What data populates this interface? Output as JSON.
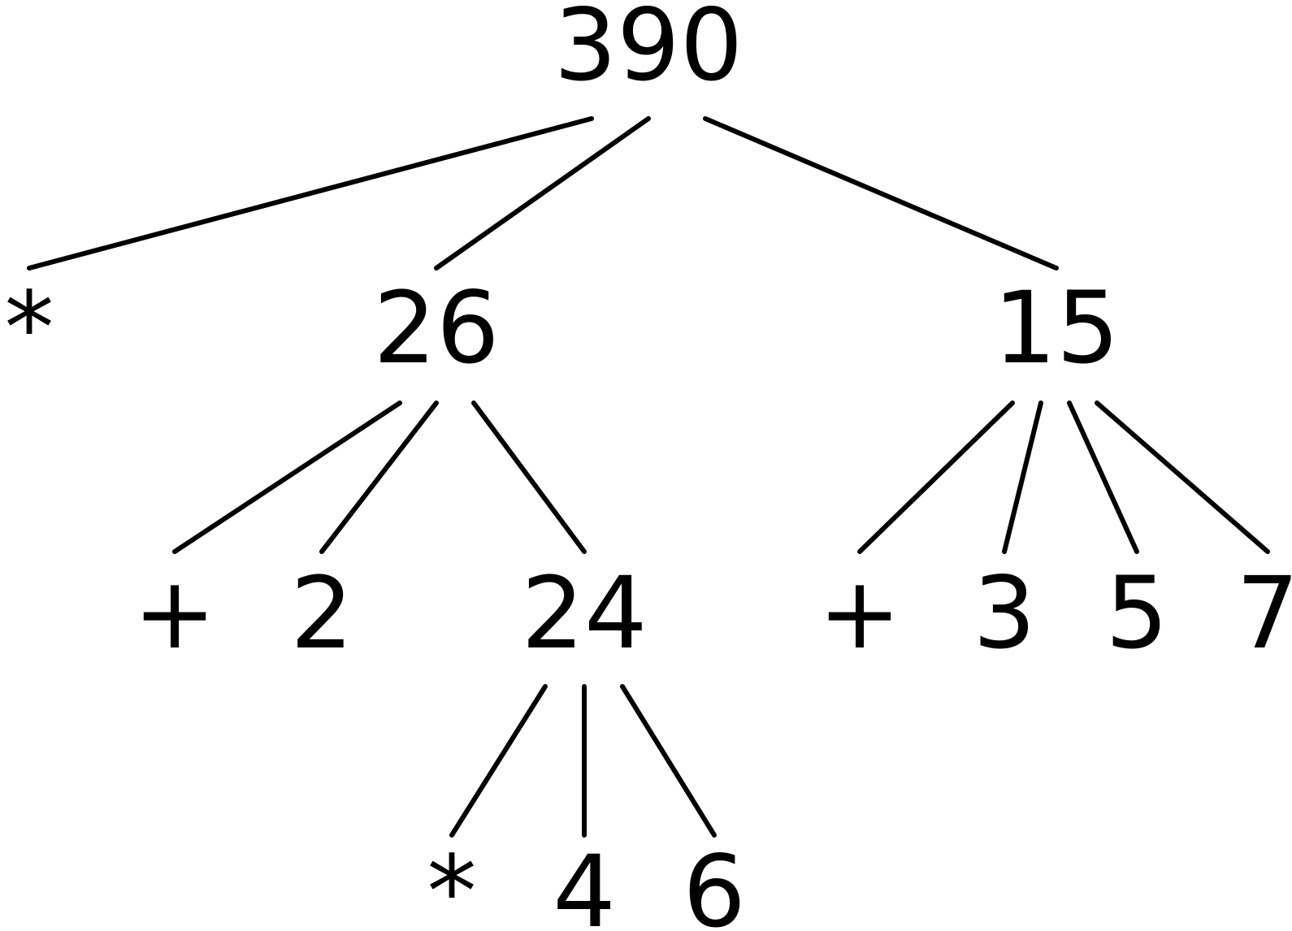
{
  "diagram": {
    "type": "tree",
    "root": {
      "label": "390",
      "children": [
        {
          "label": "*"
        },
        {
          "label": "26",
          "children": [
            {
              "label": "+"
            },
            {
              "label": "2"
            },
            {
              "label": "24",
              "children": [
                {
                  "label": "*"
                },
                {
                  "label": "4"
                },
                {
                  "label": "6"
                }
              ]
            }
          ]
        },
        {
          "label": "15",
          "children": [
            {
              "label": "+"
            },
            {
              "label": "3"
            },
            {
              "label": "5"
            },
            {
              "label": "7"
            }
          ]
        }
      ]
    }
  }
}
